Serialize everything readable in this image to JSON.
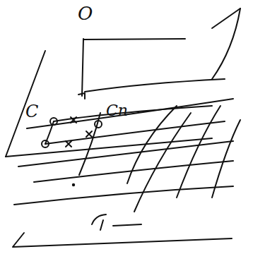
{
  "diagram": {
    "labels": [
      "O",
      "C",
      "Cn"
    ]
  }
}
